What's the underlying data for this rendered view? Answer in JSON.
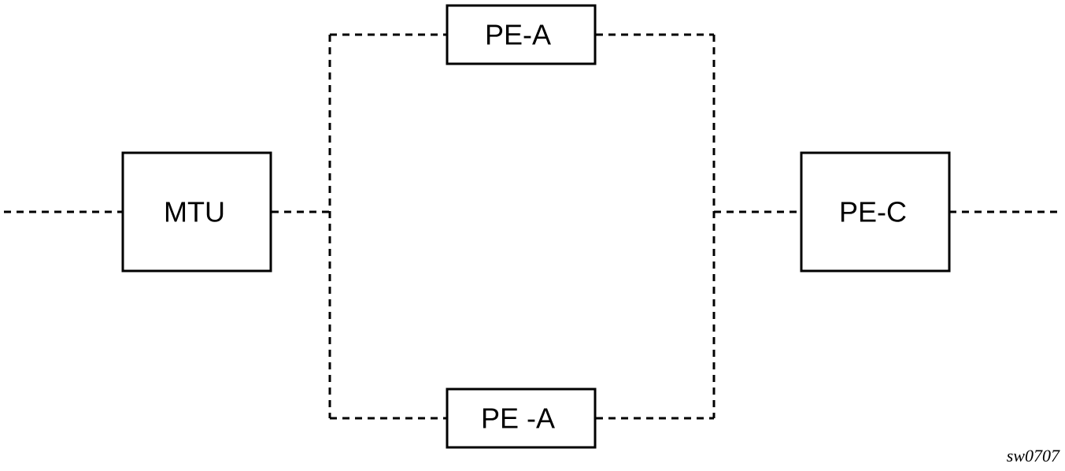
{
  "diagram": {
    "nodes": {
      "mtu": {
        "label": "MTU"
      },
      "pe_a_top": {
        "label": "PE-A"
      },
      "pe_a_bottom": {
        "label": "PE -A"
      },
      "pe_c": {
        "label": "PE-C"
      }
    },
    "figure_id": "sw0707"
  }
}
